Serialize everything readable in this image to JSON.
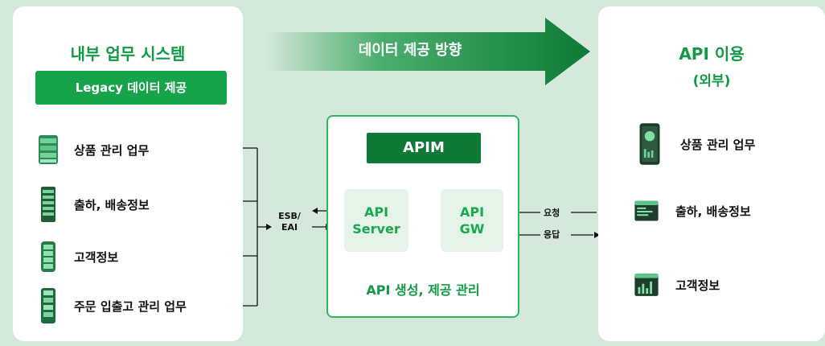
{
  "left": {
    "title": "내부 업무 시스템",
    "legacy_label": "Legacy 데이터 제공",
    "items": [
      {
        "label": "상품 관리 업무",
        "icon": "server-rack-icon"
      },
      {
        "label": "출하, 배송정보",
        "icon": "server-tower-icon"
      },
      {
        "label": "고객정보",
        "icon": "server-cylinder-icon"
      },
      {
        "label": "주문 입출고 관리 업무",
        "icon": "server-tall-icon"
      }
    ]
  },
  "direction": {
    "label": "데이터 제공 방향"
  },
  "center": {
    "badge": "APIM",
    "server": {
      "line1": "API",
      "line2": "Server"
    },
    "gateway": {
      "line1": "API",
      "line2": "GW"
    },
    "caption": "API 생성, 제공 관리"
  },
  "esb": {
    "line1": "ESB/",
    "line2": "EAI"
  },
  "flow": {
    "request": "요청",
    "response": "응답"
  },
  "right": {
    "title": "API 이용",
    "subtitle": "(외부)",
    "items": [
      {
        "label": "상품 관리 업무",
        "icon": "mobile-app-icon"
      },
      {
        "label": "출하, 배송정보",
        "icon": "terminal-window-icon"
      },
      {
        "label": "고객정보",
        "icon": "dashboard-window-icon"
      }
    ]
  },
  "colors": {
    "brand_green": "#17a34a",
    "dark_green": "#0f7a38",
    "background": "#d4e9dc"
  }
}
